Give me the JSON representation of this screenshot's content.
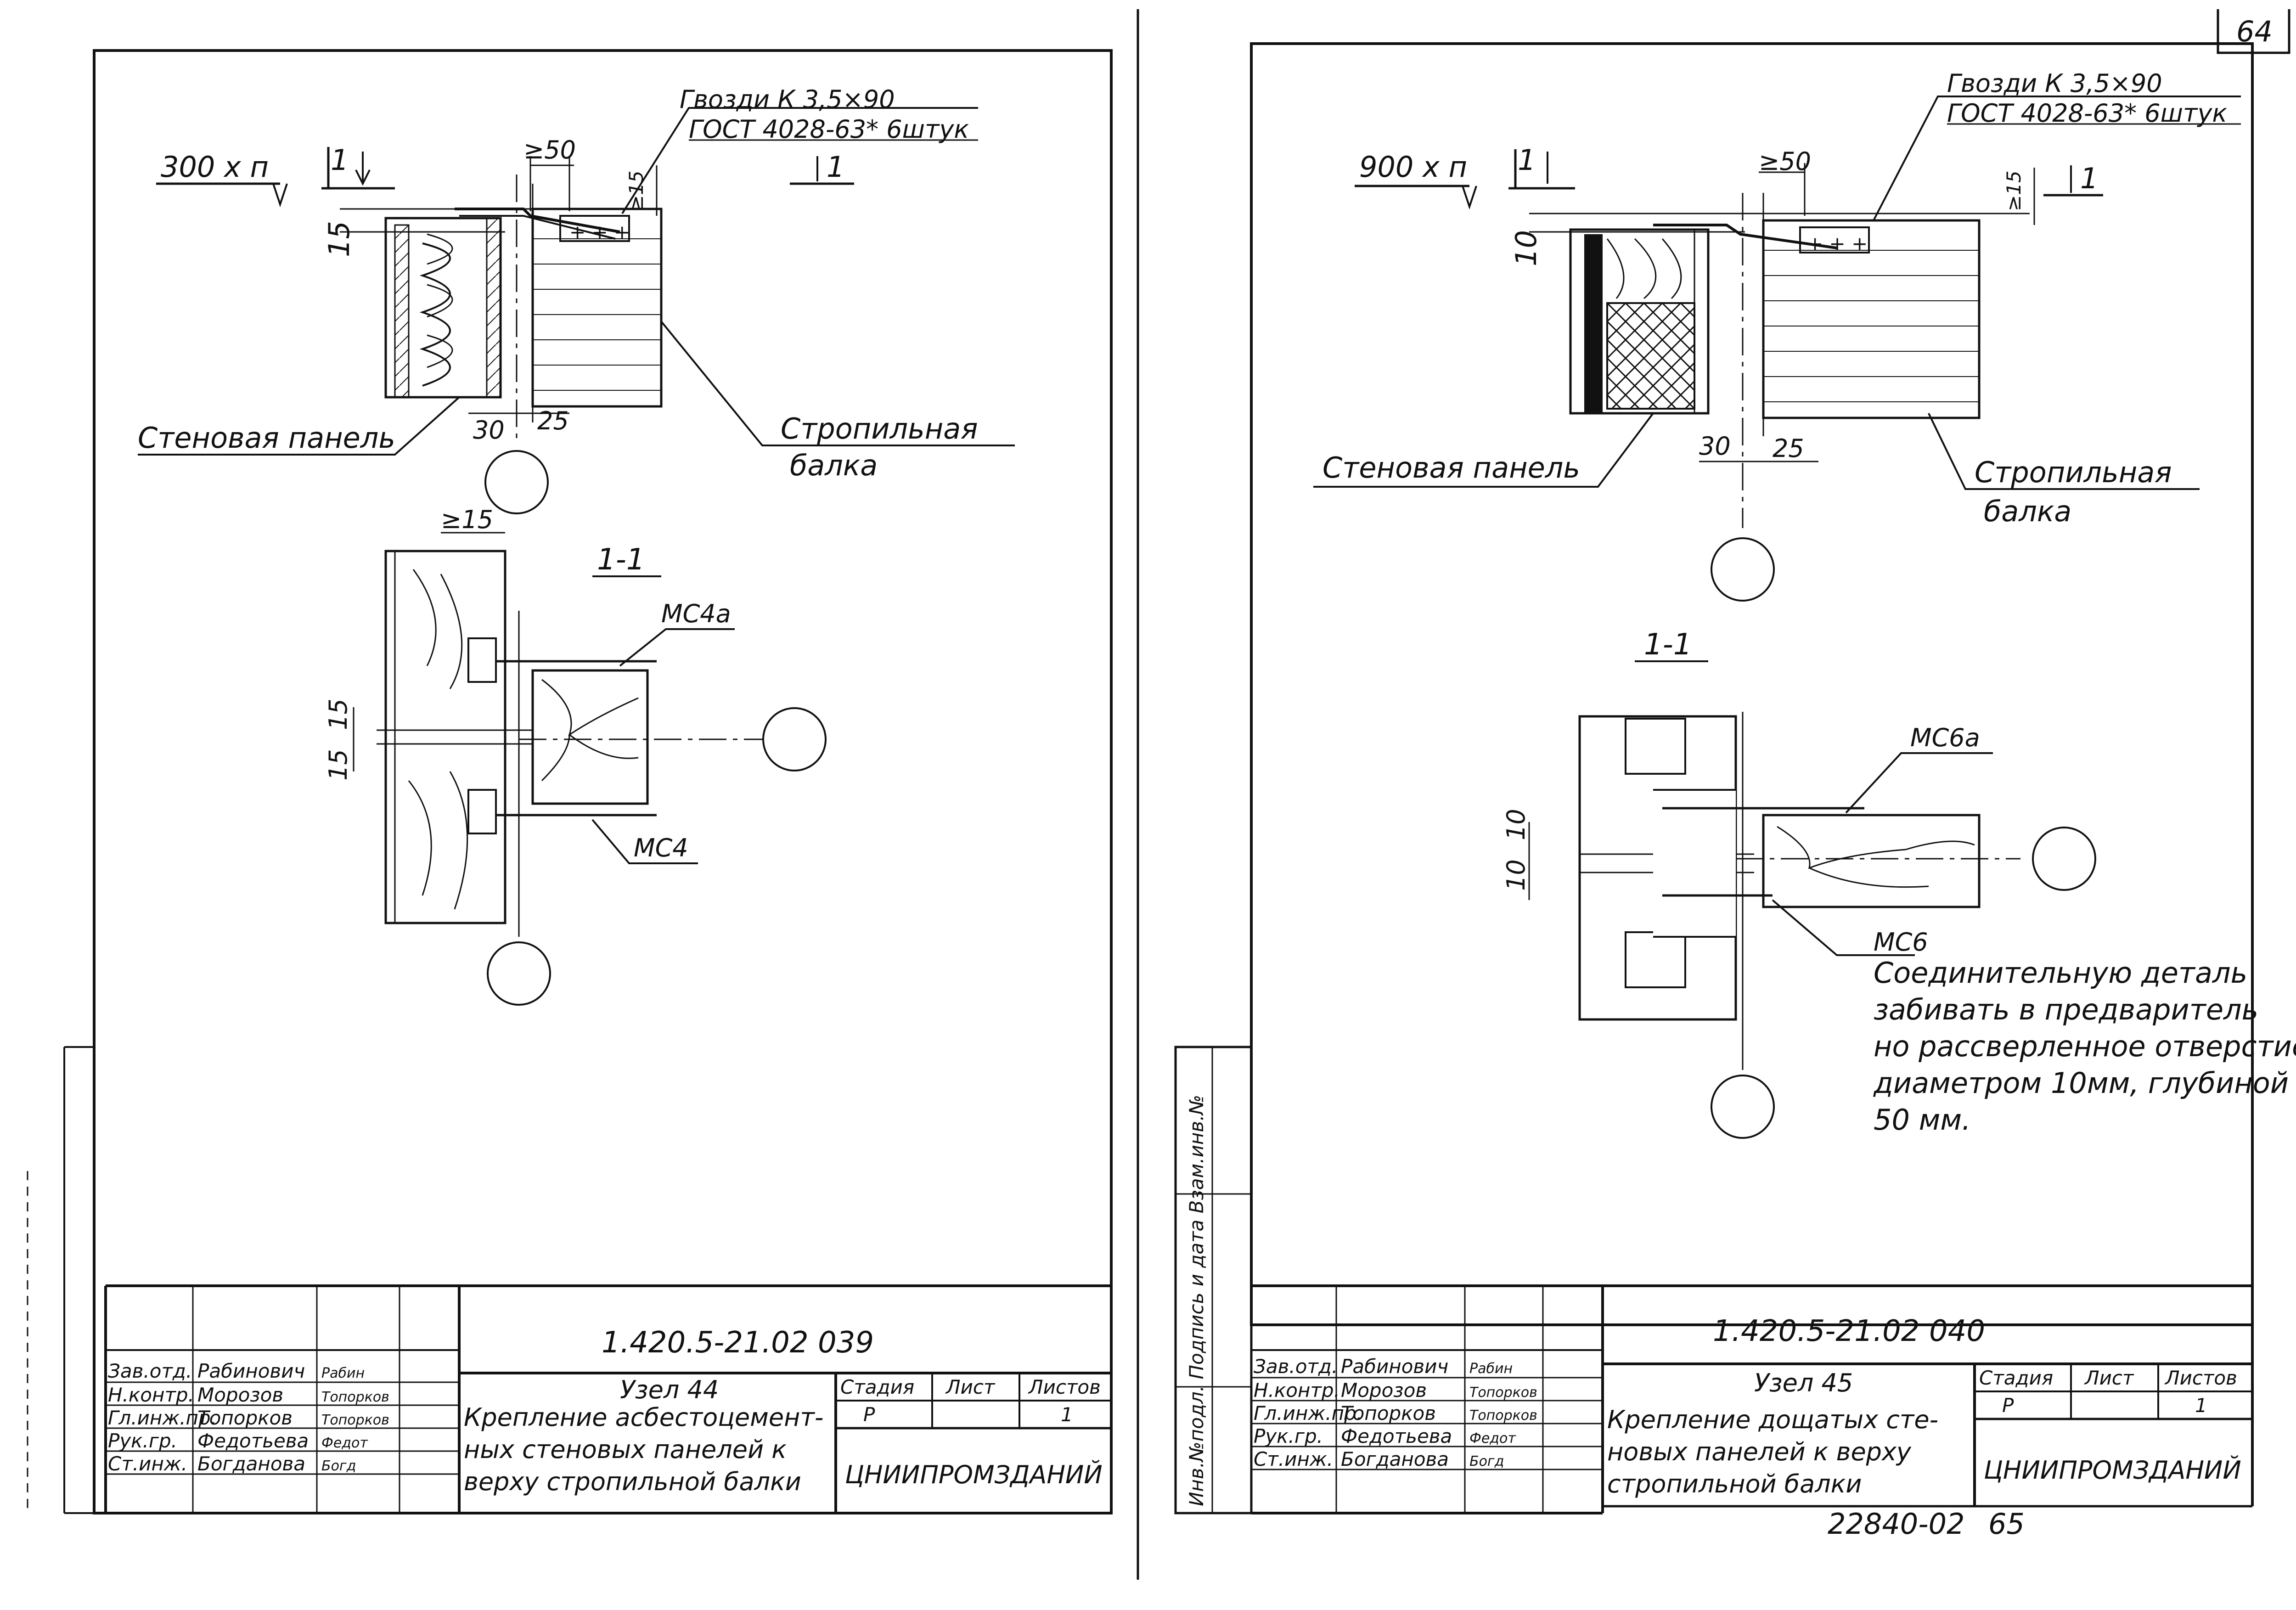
{
  "sheet_number": "64",
  "bottom_code": "22840-02",
  "bottom_page": "65",
  "left_margin_stamp": "Инв.№подл. Подпись и дата Взам.инв.№",
  "left": {
    "section_label_top": "1",
    "section_label_bottom": "1",
    "section_title": "1-1",
    "dim_300": "300 х п",
    "dim_15": "15",
    "dim_15b": "15",
    "dim_15c": "15",
    "dim_ge50": "≥50",
    "dim_ge15a": "≥15",
    "dim_ge15b": "≥15",
    "dim_30": "30",
    "dim_25": "25",
    "nails_line1": "Гвозди К 3,5×90",
    "nails_line2": "ГОСТ 4028-63* 6штук",
    "label_panel": "Стеновая панель",
    "label_beam_1": "Стропильная",
    "label_beam_2": "балка",
    "label_ms4a": "МС4а",
    "label_ms4": "МС4",
    "title_block": {
      "doc_code": "1.420.5-21.02 039",
      "node": "Узел 44",
      "desc_1": "Крепление асбестоцемент-",
      "desc_2": "ных стеновых панелей к",
      "desc_3": "верху стропильной балки",
      "col_stage": "Стадия",
      "col_sheet": "Лист",
      "col_sheets": "Листов",
      "stage_val": "Р",
      "sheets_val": "1",
      "org": "ЦНИИПРОМЗДАНИЙ",
      "roles": [
        "Зав.отд.",
        "Н.контр.",
        "Гл.инж.пр.",
        "Рук.гр.",
        "Ст.инж."
      ],
      "names": [
        "Рабинович",
        "Морозов",
        "Топорков",
        "Федотьева",
        "Богданова"
      ],
      "signs": [
        "Рабин",
        "Топорков",
        "Топорков",
        "Федот",
        "Богд"
      ]
    }
  },
  "right": {
    "section_label_top": "1",
    "section_label_bottom": "1",
    "section_title": "1-1",
    "dim_900": "900 х п",
    "dim_10": "10",
    "dim_10b": "10",
    "dim_10c": "10",
    "dim_ge50": "≥50",
    "dim_ge15": "≥15",
    "dim_30": "30",
    "dim_25": "25",
    "nails_line1": "Гвозди К 3,5×90",
    "nails_line2": "ГОСТ 4028-63* 6штук",
    "label_panel": "Стеновая панель",
    "label_beam_1": "Стропильная",
    "label_beam_2": "балка",
    "label_ms6a": "МС6а",
    "label_ms6": "МС6",
    "note_1": "Соединительную деталь",
    "note_2": "забивать в предваритель",
    "note_3": "но рассверленное отверстие",
    "note_4": "диаметром 10мм, глубиной",
    "note_5": "50 мм.",
    "title_block": {
      "doc_code": "1.420.5-21.02 040",
      "node": "Узел 45",
      "desc_1": "Крепление дощатых сте-",
      "desc_2": "новых панелей к верху",
      "desc_3": "стропильной балки",
      "col_stage": "Стадия",
      "col_sheet": "Лист",
      "col_sheets": "Листов",
      "stage_val": "Р",
      "sheets_val": "1",
      "org": "ЦНИИПРОМЗДАНИЙ",
      "roles": [
        "Зав.отд.",
        "Н.контр.",
        "Гл.инж.пр.",
        "Рук.гр.",
        "Ст.инж."
      ],
      "names": [
        "Рабинович",
        "Морозов",
        "Топорков",
        "Федотьева",
        "Богданова"
      ],
      "signs": [
        "Рабин",
        "Топорков",
        "Топорков",
        "Федот",
        "Богд"
      ]
    }
  }
}
